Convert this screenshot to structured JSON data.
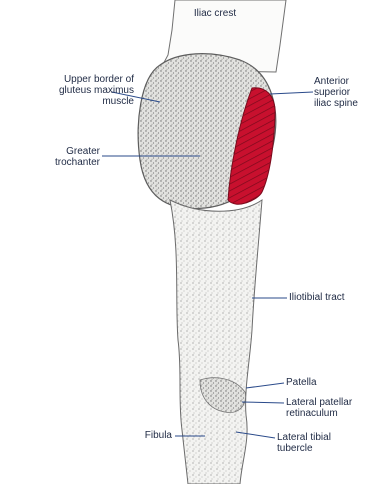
{
  "labels": {
    "top": "Iliac crest",
    "gluteus_maximus": "Upper border of\ngluteus maximus\nmuscle",
    "anterior_superior_iliac_spine": "Anterior\nsuperior\niliac spine",
    "greater_trochanter": "Greater\ntrochanter",
    "iliotibial_tract": "Iliotibial tract",
    "patella": "Patella",
    "lateral_patellar_retinaculum": "Lateral patellar\nretinaculum",
    "fibula": "Fibula",
    "lateral_tibial_tubercle": "Lateral tibial\ntubercle"
  },
  "colors": {
    "muscle": "#c8102e",
    "leader": "#2a4a8a",
    "outline": "#6b6b6b",
    "stipple": "#8a8a8a"
  }
}
